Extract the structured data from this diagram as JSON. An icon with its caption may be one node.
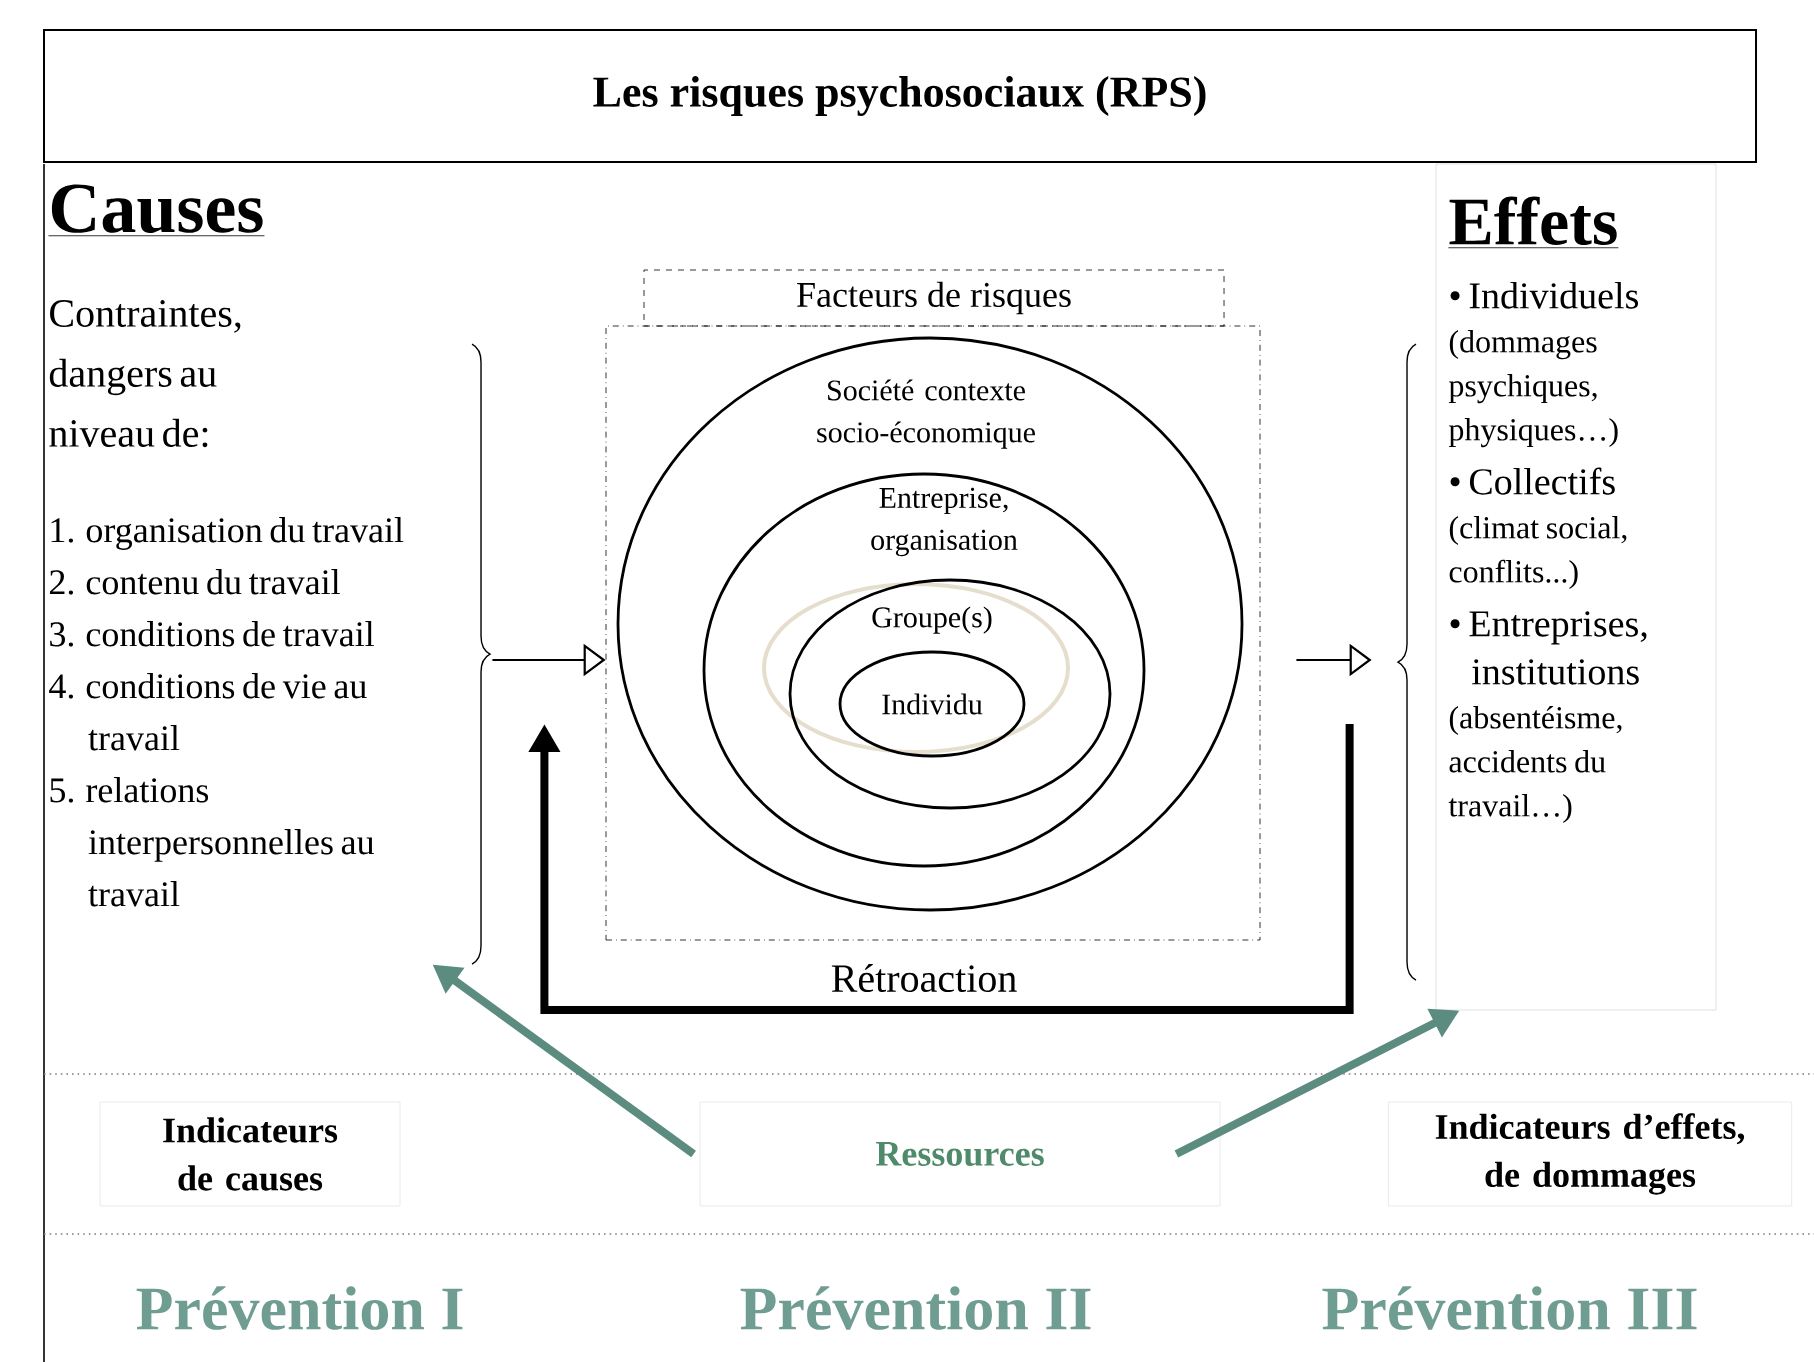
{
  "diagram": {
    "nodes": [
      {
        "text": [
          "Les risques psychosociaux (RPS)"
        ]
      },
      {
        "text": [
          "Causes",
          "Contraintes, dangers au niveau de:",
          "1. organisation du travail",
          "2. contenu du travail",
          "3. conditions de travail",
          "4. conditions de vie au travail",
          "5. relations interpersonnelles au travail"
        ]
      },
      {
        "text": [
          "Facteurs de risques"
        ]
      },
      {
        "text": [],
        "shape": "box"
      },
      {
        "text": [
          "Société contexte socio-économique"
        ],
        "in": 3
      },
      {
        "text": [
          "Entreprise, organisation"
        ],
        "in": 4
      },
      {
        "text": [
          "Groupe(s)"
        ],
        "in": 5
      },
      {
        "text": [
          "Individu"
        ],
        "in": 6
      },
      {
        "text": [
          "Effets",
          "• Individuels",
          "(dommages psychiques, physiques…)",
          "• Collectifs",
          "(climat social, conflits...)",
          "• Entreprises, institutions",
          "(absentéisme, accidents du travail…)"
        ]
      },
      {
        "text": [
          "Indicateurs de causes"
        ]
      },
      {
        "text": [
          "Ressources"
        ]
      },
      {
        "text": [
          "Indicateurs d’effets, de dommages"
        ]
      }
    ],
    "edges": [
      {
        "from": 1,
        "to": 3,
        "arrow": "to"
      },
      {
        "from": 3,
        "to": 8,
        "arrow": "to"
      },
      {
        "from": 8,
        "to": 1,
        "arrow": "to",
        "label": "Rétroaction"
      },
      {
        "from": 10,
        "to": 1,
        "arrow": "to",
        "color": "#5b8c7f"
      },
      {
        "from": 10,
        "to": 8,
        "arrow": "to",
        "color": "#5b8c7f"
      }
    ],
    "labels": [
      "Prévention I",
      "Prévention II",
      "Prévention III"
    ]
  }
}
